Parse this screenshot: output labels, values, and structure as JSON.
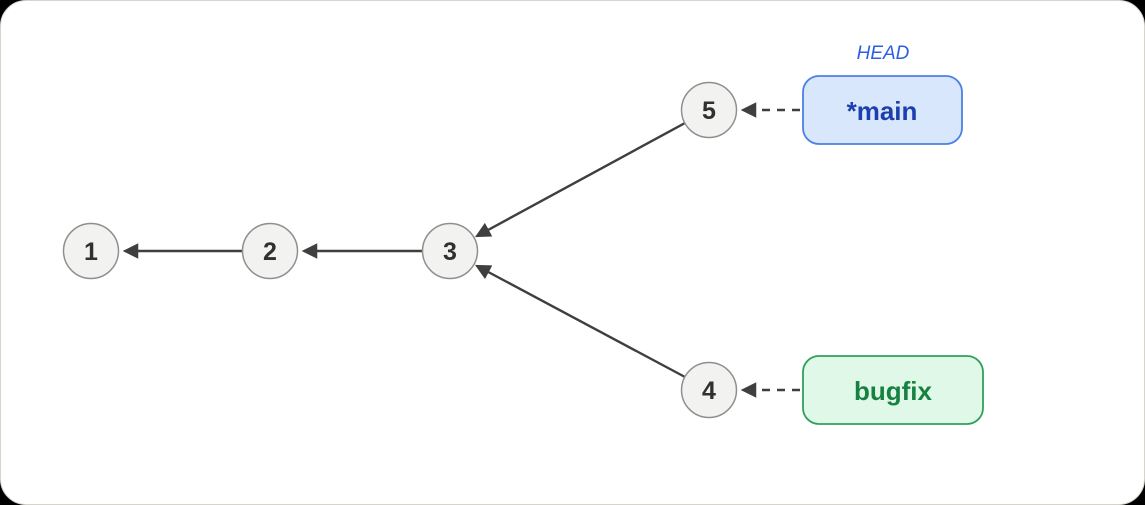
{
  "diagram": {
    "type": "git-commit-graph",
    "head_label": "HEAD",
    "nodes": [
      {
        "id": "1",
        "label": "1"
      },
      {
        "id": "2",
        "label": "2"
      },
      {
        "id": "3",
        "label": "3"
      },
      {
        "id": "4",
        "label": "4"
      },
      {
        "id": "5",
        "label": "5"
      }
    ],
    "edges": [
      {
        "from": "2",
        "to": "1",
        "style": "solid"
      },
      {
        "from": "3",
        "to": "2",
        "style": "solid"
      },
      {
        "from": "5",
        "to": "3",
        "style": "solid"
      },
      {
        "from": "4",
        "to": "3",
        "style": "solid"
      },
      {
        "from": "main",
        "to": "5",
        "style": "dashed"
      },
      {
        "from": "bugfix",
        "to": "4",
        "style": "dashed"
      }
    ],
    "branches": [
      {
        "label": "*main",
        "points_to": "5",
        "has_head": true
      },
      {
        "label": "bugfix",
        "points_to": "4",
        "has_head": false
      }
    ]
  },
  "colors": {
    "page_bg": "#000000",
    "card_bg": "#ffffff",
    "card_border": "#d7d4cc",
    "node_fill": "#f2f2f1",
    "node_border": "#8f8f8f",
    "node_text": "#303030",
    "edge": "#3f3f3f",
    "main_fill": "#d9e7fc",
    "main_border": "#4b80e4",
    "main_text": "#1c3fad",
    "head_text": "#2e5fe0",
    "bugfix_fill": "#e0f8e7",
    "bugfix_border": "#2fa05c",
    "bugfix_text": "#178140"
  }
}
